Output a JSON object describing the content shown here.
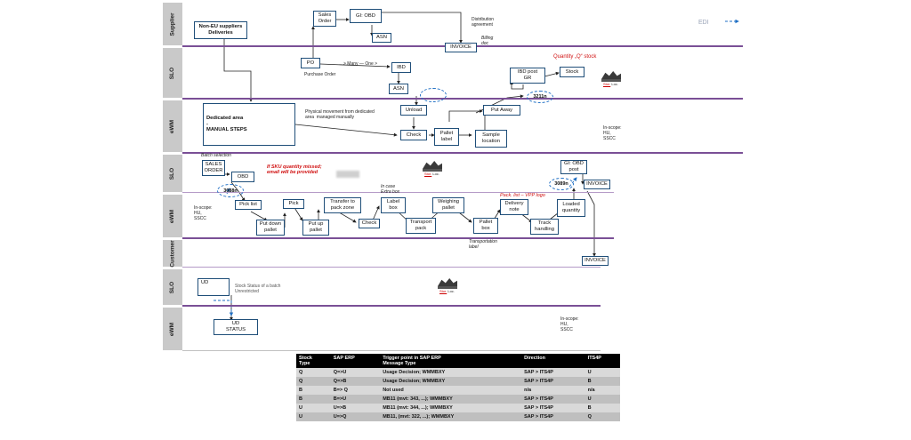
{
  "lanes": {
    "l1": "Supplier",
    "l2": "SLO",
    "l3": "eWM",
    "l4": "SLO",
    "l5": "eWM",
    "l6": "Customer",
    "l7": "SLO",
    "l8": "eWM"
  },
  "legend": {
    "edi": "EDI"
  },
  "boxes": {
    "non_eu": "Non-EU suppliers\nDeliveries",
    "sales_order_top": "Sales\nOrder",
    "gi_obd_top": "GI: OBD",
    "asn_top": "ASN",
    "invoice_top": "INVOICE",
    "po": "PO",
    "ibd": "IBD",
    "asn_mid": "ASN",
    "ibd_post": "IBD post\nGR",
    "stock": "Stock",
    "dedicated": "Dedicated area\n-\nMANUAL STEPS",
    "unload": "Unload",
    "check_in": "Check",
    "pallet_label": "Pallet\nlabel",
    "put_away": "Put Away",
    "sample": "Sample\nlocation",
    "sales_order_out": "SALES\nORDER",
    "obd_out": "OBD",
    "gi_obd_post": "GI: OBD\npost",
    "invoice_out": "INVOICE",
    "pick_list": "Pick list",
    "put_down": "Put down\npallet",
    "pick": "Pick",
    "put_up": "Put up\npallet",
    "transfer": "Transfer to\npack zone",
    "check_out": "Check",
    "label_box": "Label\nbox",
    "transport_pack": "Transport\npack",
    "weighing": "Weighing\npallet",
    "pallet_box": "Pallet\nbox",
    "delivery_note": "Delivery\nnote",
    "track": "Track\nhandling",
    "loaded": "Loaded\nquantity",
    "invoice_cust": "INVOICE",
    "ud": "UD",
    "ud_status": "UD\nSTATUS"
  },
  "ovals": {
    "o1": "",
    "o2": "3211n",
    "o3": "3088n",
    "o4": "3089n"
  },
  "notes": {
    "distribution": "Distribution\nagreement",
    "billing": "Billing\ndoc",
    "many_one": "> Many — One >",
    "purchase_order": "Purchase Order",
    "quantity_q": "Quantity „Q“ stock",
    "physical": "Physical movement from dedicated\narea  managed manually",
    "inscope1": "In-scope:\nHU,\nSSCC",
    "batch_selection": "Batch selection",
    "sku_missed": "If SKU quantity missed;\nemail will be provided",
    "in_case": "In case\nExtra box",
    "pack_list": "Pack. list – VPP logo",
    "inscope2": "In-scope:\nHU,\nSSCC",
    "transportation": "Transportation\nlabel",
    "stock_status": "Stock Status of a batch\nUnrestricted",
    "inscope3": "In-scope:\nHU,\nSSCC",
    "stor_loc": "Loc.",
    "stor_u": "Stor."
  },
  "table": {
    "headers": [
      "Stock\nType",
      "SAP ERP",
      "Trigger point in SAP ERP\nMessage Type",
      "Direction",
      "ITS4P"
    ],
    "rows": [
      [
        "Q",
        "Q=>U",
        "Usage Decision; WMMBXY",
        "SAP > ITS4P",
        "U"
      ],
      [
        "Q",
        "Q=>B",
        "Usage Decision; WMMBXY",
        "SAP > ITS4P",
        "B"
      ],
      [
        "B",
        "B=> Q",
        "Not used",
        "n/a",
        "n/a"
      ],
      [
        "B",
        "B=>U",
        "MB11 (mvt: 343, ...); WMMBXY",
        "SAP > ITS4P",
        "U"
      ],
      [
        "U",
        "U=>B",
        "MB11 (mvt: 344, ...); WMMBXY",
        "SAP > ITS4P",
        "B"
      ],
      [
        "U",
        "U=>Q",
        "MB11, (mvt: 322, ...); WMMBXY",
        "SAP > ITS4P",
        "Q"
      ]
    ]
  }
}
